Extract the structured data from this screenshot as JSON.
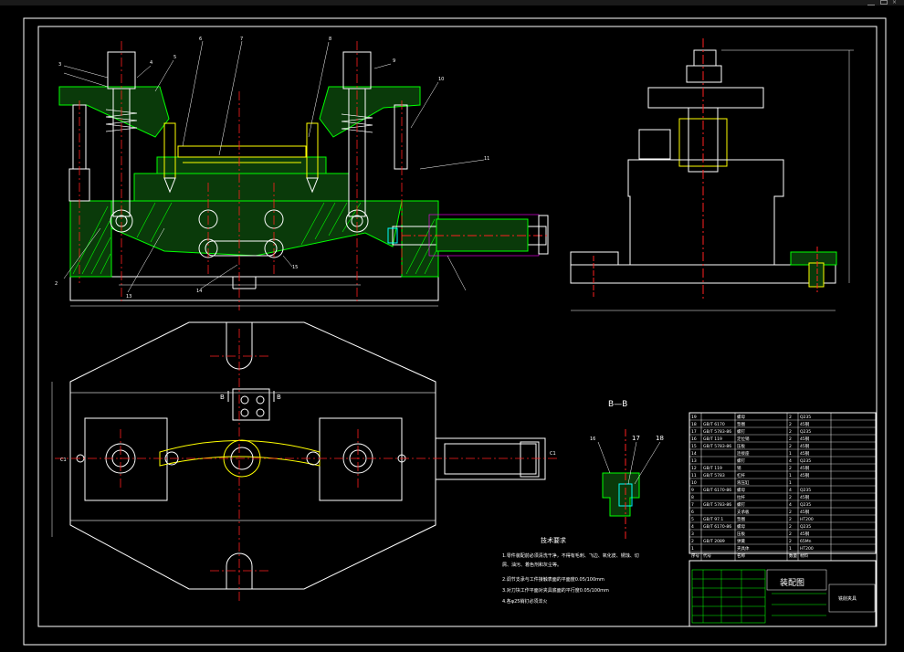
{
  "colors": {
    "background": "#000000",
    "outline": "#ffffff",
    "center_line": "#ff2020",
    "hatch": "#00ff00",
    "part_yellow": "#ffff00",
    "cyan": "#00ffff",
    "magenta": "#ff00ff"
  },
  "window": {
    "control_icons": [
      "minimize-icon",
      "restore-icon",
      "close-icon"
    ]
  },
  "section": {
    "label": "B—B",
    "callouts": [
      "16",
      "17",
      "18"
    ]
  },
  "plan_view": {
    "section_marker_left": "B",
    "section_marker_right": "B",
    "dim_left": "C1",
    "dim_right": "C1"
  },
  "notes": {
    "heading": "技术要求",
    "lines": [
      "1.零件装配前必须清洗干净，不得有毛刺、飞边、氧化皮、锈蚀、切",
      "  屑、油污、着色剂和灰尘等。",
      "2.调节支承与工件接触表面的平面度0.05/100mm",
      "3.对刀块工作平面对夹具底面的平行度0.05/100mm",
      "4.各φ25销钉必须淬火"
    ]
  },
  "title_block": {
    "drawing_name": "装配图",
    "part_name": "铣削夹具"
  },
  "bom": {
    "rows": [
      [
        "19",
        "",
        "螺母",
        "2",
        "Q235"
      ],
      [
        "18",
        "GB/T 6170",
        "垫圈",
        "2",
        "45钢"
      ],
      [
        "17",
        "GB/T 5783-86",
        "螺钉",
        "2",
        "Q235"
      ],
      [
        "16",
        "GB/T 119",
        "定位销",
        "2",
        "45钢"
      ],
      [
        "15",
        "GB/T 5783-86",
        "压板",
        "2",
        "45钢"
      ],
      [
        "14",
        "",
        "连接座",
        "1",
        "45钢"
      ],
      [
        "13",
        "",
        "螺钉",
        "4",
        "Q235"
      ],
      [
        "12",
        "GB/T 119",
        "销",
        "2",
        "45钢"
      ],
      [
        "11",
        "GB/T 5783",
        "杠杆",
        "1",
        "45钢"
      ],
      [
        "10",
        "",
        "液压缸",
        "1",
        ""
      ],
      [
        "9",
        "GB/T 6170-86",
        "螺母",
        "4",
        "Q235"
      ],
      [
        "8",
        "",
        "拉杆",
        "2",
        "45钢"
      ],
      [
        "7",
        "GB/T 5783-86",
        "螺钉",
        "4",
        "Q235"
      ],
      [
        "6",
        "",
        "支承板",
        "2",
        "45钢"
      ],
      [
        "5",
        "GB/T 97.1",
        "垫圈",
        "2",
        "HT200"
      ],
      [
        "4",
        "GB/T 6170-86",
        "螺母",
        "2",
        "Q235"
      ],
      [
        "3",
        "",
        "压板",
        "2",
        "45钢"
      ],
      [
        "2",
        "GB/T 2089",
        "弹簧",
        "2",
        "65Mn"
      ],
      [
        "1",
        "",
        "夹具体",
        "1",
        "HT200"
      ]
    ],
    "header": [
      "序号",
      "代号",
      "名称",
      "数量",
      "材料"
    ]
  },
  "front_callouts": [
    "3",
    "4",
    "5",
    "6",
    "7",
    "8",
    "9",
    "10",
    "11",
    "2",
    "13",
    "14",
    "15"
  ]
}
